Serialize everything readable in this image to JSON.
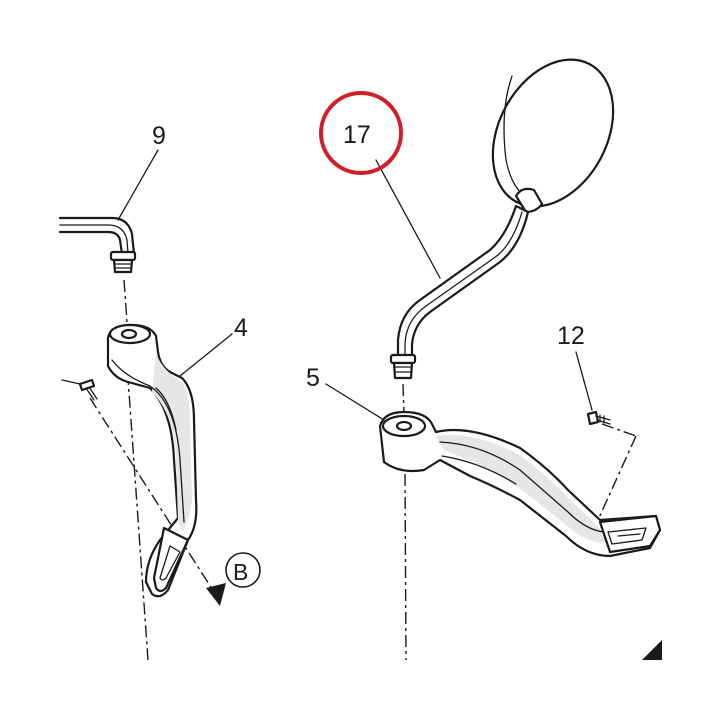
{
  "labels": {
    "part_9": "9",
    "part_4": "4",
    "part_17": "17",
    "part_5": "5",
    "part_12": "12",
    "ref_b": "B"
  },
  "colors": {
    "line": "#1a1a1a",
    "highlight": "#d11f2a",
    "shade": "#e6e6e6"
  }
}
